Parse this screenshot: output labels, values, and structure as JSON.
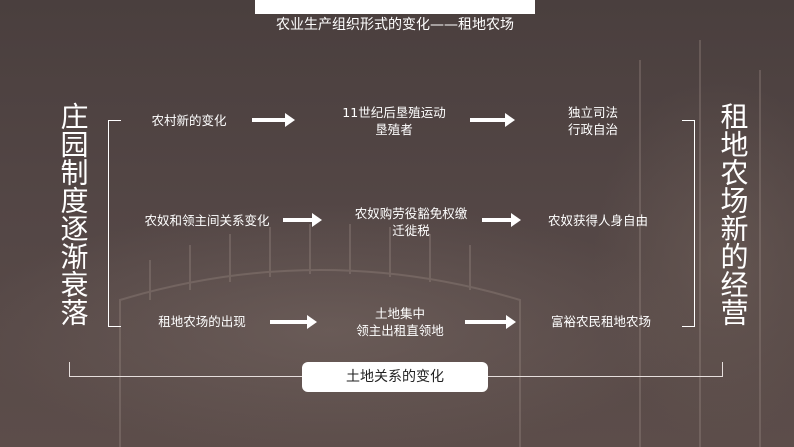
{
  "title": "农业生产组织形式的变化——租地农场",
  "left_title": "庄园制度逐渐衰落",
  "right_title": "租地农场新的经营",
  "bottom_label": "土地关系的变化",
  "rows": [
    {
      "col1": "农村新的变化",
      "col2_line1": "11世纪后垦殖运动",
      "col2_line2": "垦殖者",
      "col3_line1": "独立司法",
      "col3_line2": "行政自治"
    },
    {
      "col1": "农奴和领主间关系变化",
      "col2_line1": "农奴购劳役豁免权缴",
      "col2_line2": "迁徙税",
      "col3_line1": "农奴获得人身自由",
      "col3_line2": ""
    },
    {
      "col1": "租地农场的出现",
      "col2_line1": "土地集中",
      "col2_line2": "领主出租直领地",
      "col3_line1": "富裕农民租地农场",
      "col3_line2": ""
    }
  ],
  "colors": {
    "background": "#4d4140",
    "text": "#ffffff",
    "label_box": "#ffffff"
  }
}
